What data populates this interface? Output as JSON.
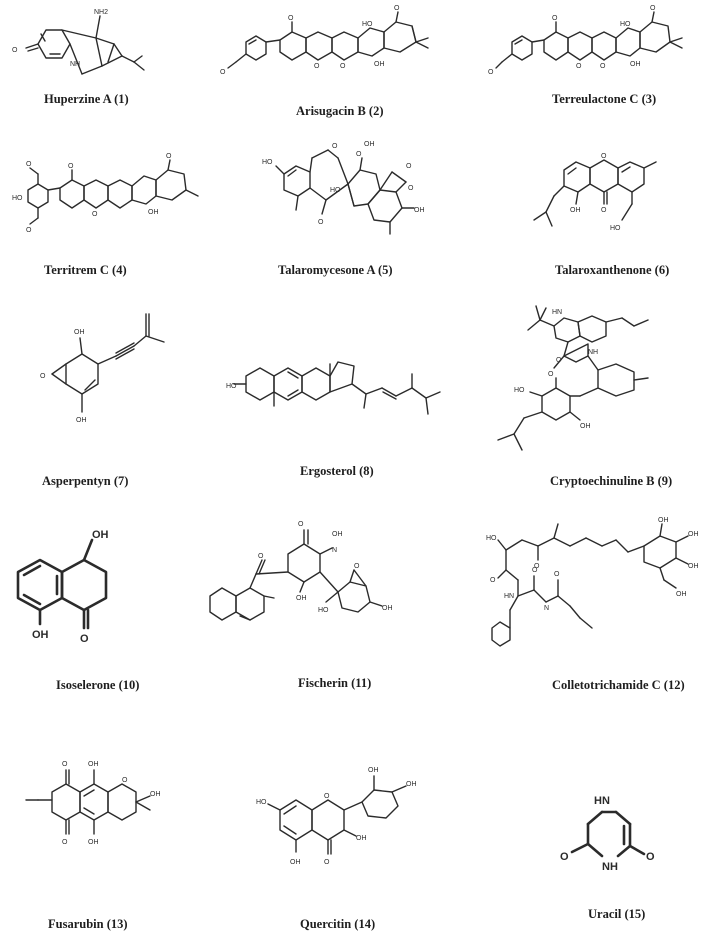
{
  "compounds": [
    {
      "name": "Huperzine A (1)",
      "atoms": [
        "NH2",
        "O",
        "NH"
      ]
    },
    {
      "name": "Arisugacin B (2)",
      "atoms": [
        "O",
        "O",
        "O",
        "O",
        "HO",
        "OH",
        "O"
      ]
    },
    {
      "name": "Terreulactone C (3)",
      "atoms": [
        "O",
        "O",
        "O",
        "O",
        "HO",
        "OH",
        "O"
      ]
    },
    {
      "name": "Territrem C (4)",
      "atoms": [
        "HO",
        "O",
        "O",
        "O",
        "O",
        "OH",
        "O"
      ]
    },
    {
      "name": "Talaromycesone A (5)",
      "atoms": [
        "HO",
        "O",
        "O",
        "HO",
        "O",
        "O",
        "O",
        "OH",
        "OH"
      ]
    },
    {
      "name": "Talaroxanthenone (6)",
      "atoms": [
        "OH",
        "O",
        "O",
        "HO"
      ]
    },
    {
      "name": "Asperpentyn (7)",
      "atoms": [
        "OH",
        "O",
        "OH"
      ]
    },
    {
      "name": "Ergosterol (8)",
      "atoms": [
        "HO"
      ]
    },
    {
      "name": "Cryptoechinuline B (9)",
      "atoms": [
        "HN",
        "NH",
        "HO",
        "O",
        "O",
        "OH"
      ]
    },
    {
      "name": "Isoselerone (10)",
      "atoms": [
        "OH",
        "OH",
        "O"
      ]
    },
    {
      "name": "Fischerin (11)",
      "atoms": [
        "OH",
        "O",
        "N",
        "O",
        "OH",
        "O",
        "HO",
        "OH"
      ]
    },
    {
      "name": "Colletotrichamide C (12)",
      "atoms": [
        "HO",
        "O",
        "O",
        "O",
        "HN",
        "N",
        "O",
        "OH",
        "OH",
        "OH",
        "OH"
      ]
    },
    {
      "name": "Fusarubin (13)",
      "atoms": [
        "O",
        "OH",
        "O",
        "OH",
        "OH",
        "O"
      ]
    },
    {
      "name": "Quercitin (14)",
      "atoms": [
        "OH",
        "OH",
        "HO",
        "O",
        "OH",
        "OH",
        "O"
      ]
    },
    {
      "name": "Uracil (15)",
      "atoms": [
        "HN",
        "O",
        "NH",
        "O"
      ]
    }
  ]
}
